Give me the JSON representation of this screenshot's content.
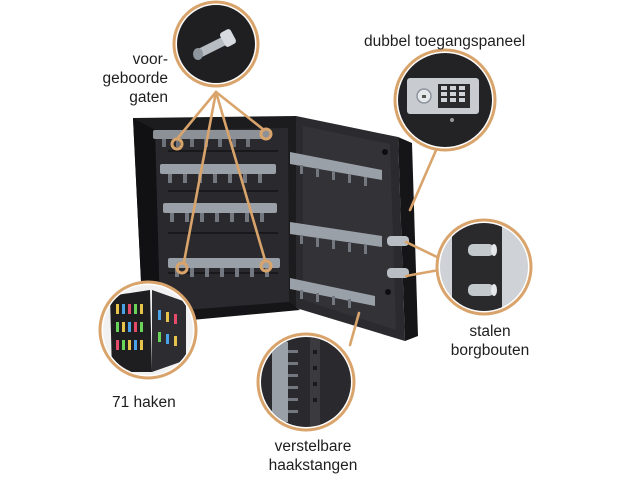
{
  "accent_color": "#d9a46b",
  "callouts": {
    "holes": {
      "line1": "voor-",
      "line2": "geboorde",
      "line3": "gaten",
      "icon": "drill-hole-bolt-icon"
    },
    "panel": {
      "text": "dubbel toegangspaneel",
      "icon": "keypad-lock-icon"
    },
    "bolts": {
      "line1": "stalen",
      "line2": "borgbouten",
      "icon": "steel-bolts-icon"
    },
    "hooks": {
      "text": "71 haken",
      "icon": "key-hooks-icon"
    },
    "bars": {
      "line1": "verstelbare",
      "line2": "haakstangen",
      "icon": "hook-bar-icon"
    }
  }
}
